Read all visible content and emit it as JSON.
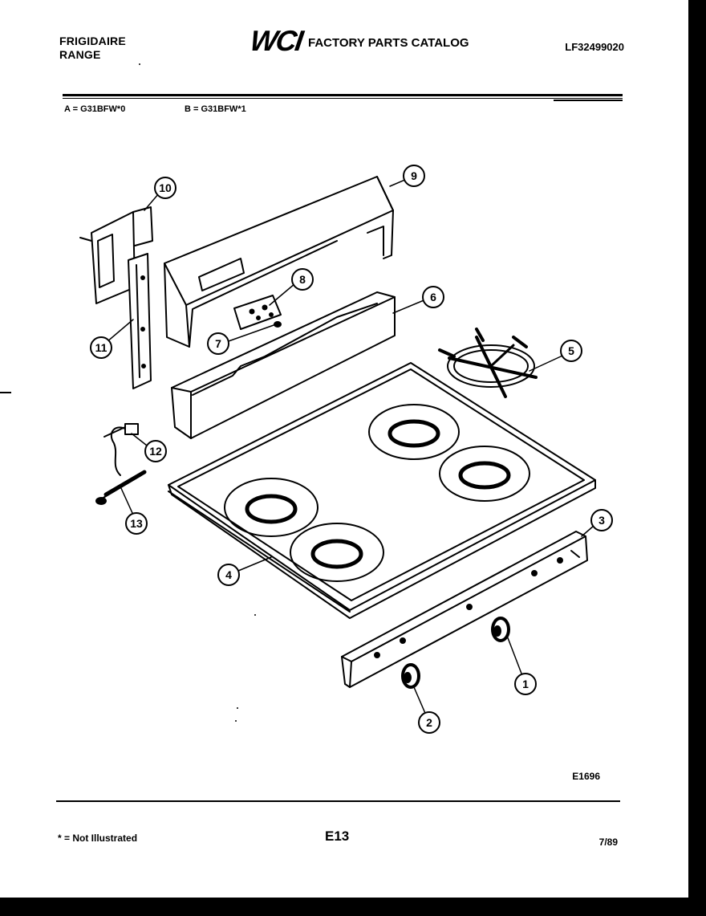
{
  "header": {
    "brand_line1": "FRIGIDAIRE",
    "brand_line2": "RANGE",
    "logo": "WCI",
    "catalog_title": "FACTORY PARTS CATALOG",
    "catalog_number": "LF32499020"
  },
  "models": {
    "a": "A = G31BFW*0",
    "b": "B = G31BFW*1"
  },
  "callouts": [
    "1",
    "2",
    "3",
    "4",
    "5",
    "6",
    "7",
    "8",
    "9",
    "10",
    "11",
    "12",
    "13"
  ],
  "footer": {
    "diagram_code": "E1696",
    "footnote": "* = Not Illustrated",
    "page_number": "E13",
    "date": "7/89"
  }
}
